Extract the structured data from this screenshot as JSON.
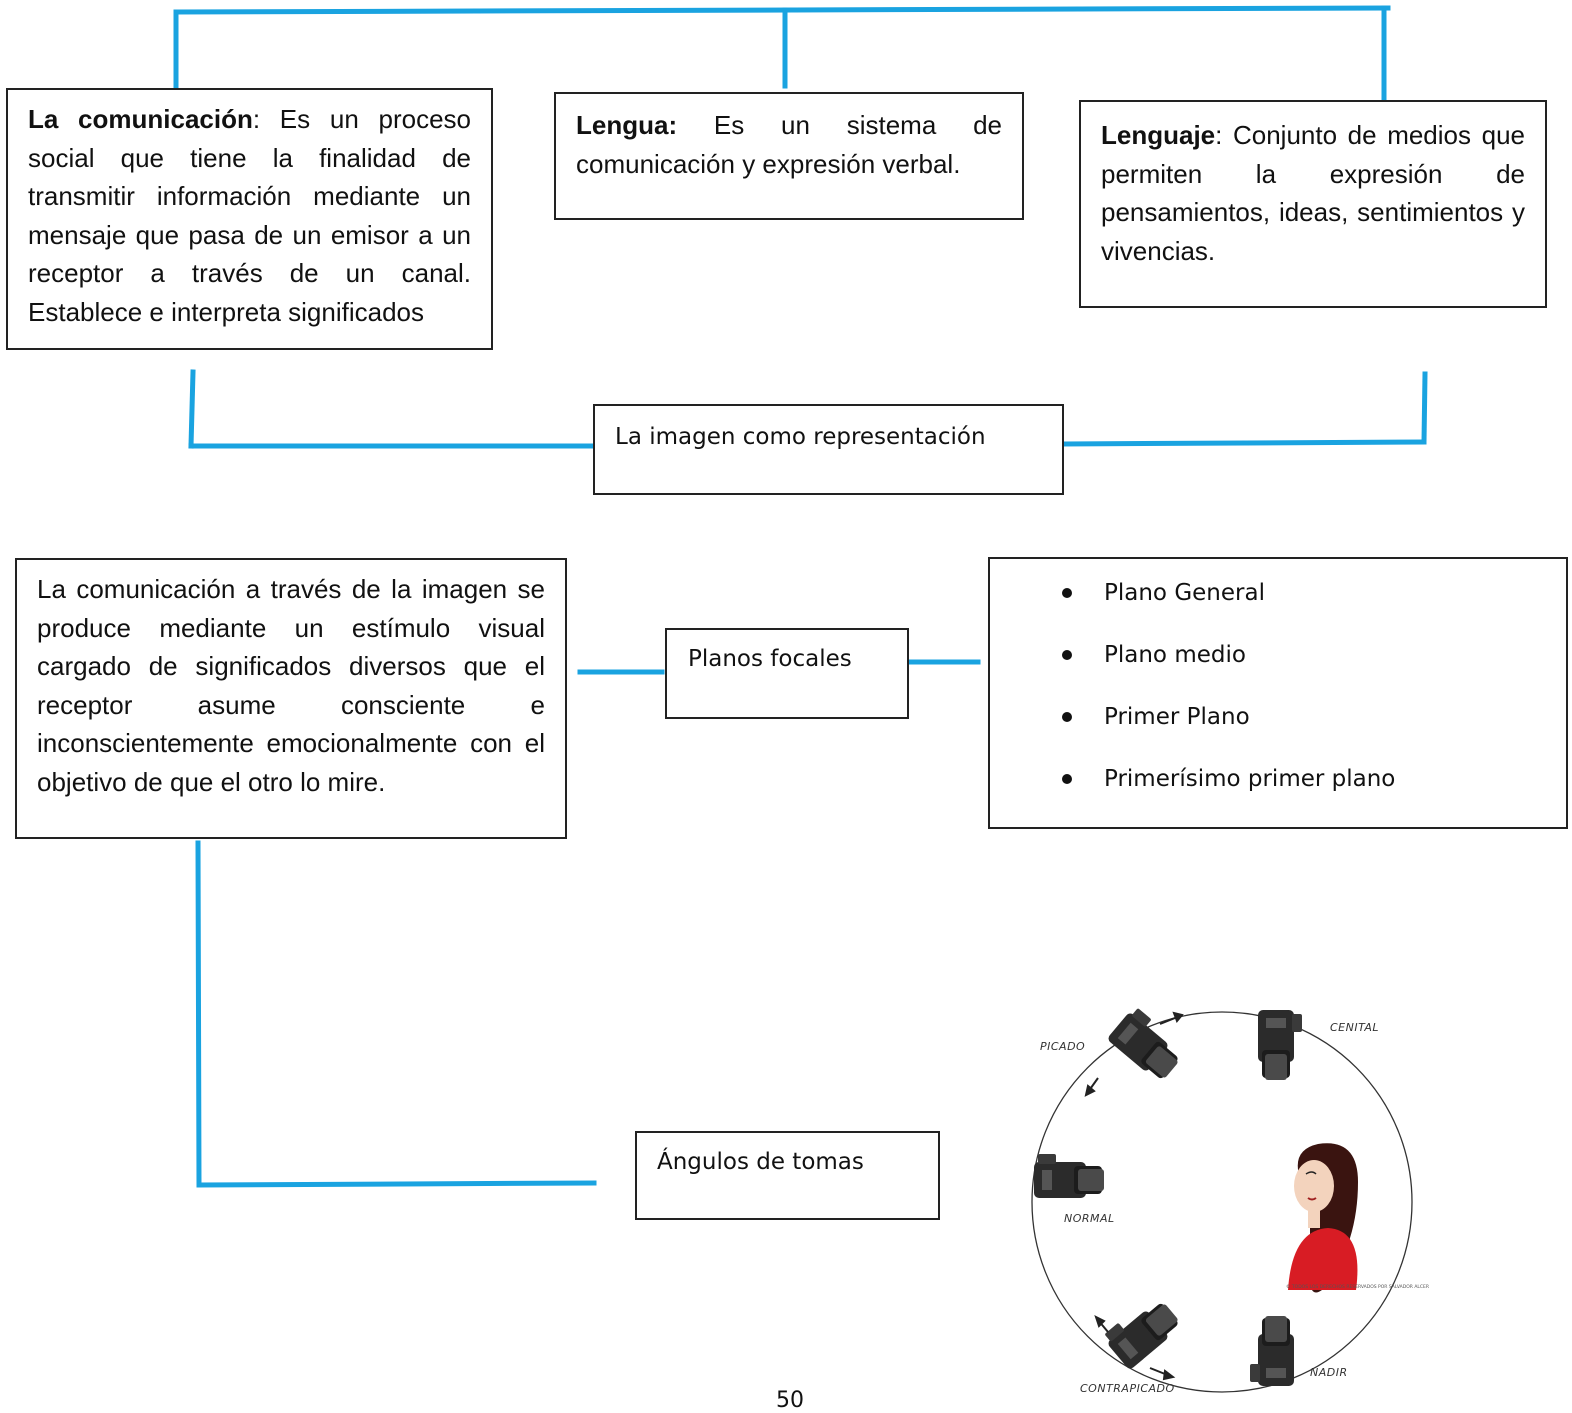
{
  "colors": {
    "connector": "#1aa3e0",
    "border": "#222222"
  },
  "top_boxes": {
    "comunicacion": {
      "term": "La comunicación",
      "definition": ": Es un proceso social que tiene la finalidad de transmitir información mediante un mensaje que pasa de un emisor a un receptor a través de un canal. Establece e interpreta significados"
    },
    "lengua": {
      "term": "Lengua:",
      "definition": " Es un sistema de comunicación y expresión verbal."
    },
    "lenguaje": {
      "term": "Lenguaje",
      "definition": ": Conjunto de medios que permiten la expresión de pensamientos, ideas, sentimientos y vivencias."
    }
  },
  "center_box": {
    "label": "La imagen como representación"
  },
  "imagen_box": {
    "text": "La comunicación a través de la imagen se produce mediante un estímulo visual cargado de significados diversos que el receptor asume consciente e inconscientemente emocionalmente con el objetivo de que el otro lo mire."
  },
  "planos_box": {
    "label": "Planos focales"
  },
  "planos_list": [
    "Plano General",
    "Plano medio",
    "Primer Plano",
    "Primerísimo primer plano"
  ],
  "angulos_box": {
    "label": "Ángulos de tomas"
  },
  "angles_figure": {
    "labels": {
      "picado": "PICADO",
      "cenital": "CENITAL",
      "normal": "NORMAL",
      "contrapicado": "CONTRAPICADO",
      "nadir": "NADIR"
    },
    "copyright": "© TODOS LOS DERECHOS RESERVADOS POR SALVADOR ALCER"
  },
  "page_number": "50"
}
